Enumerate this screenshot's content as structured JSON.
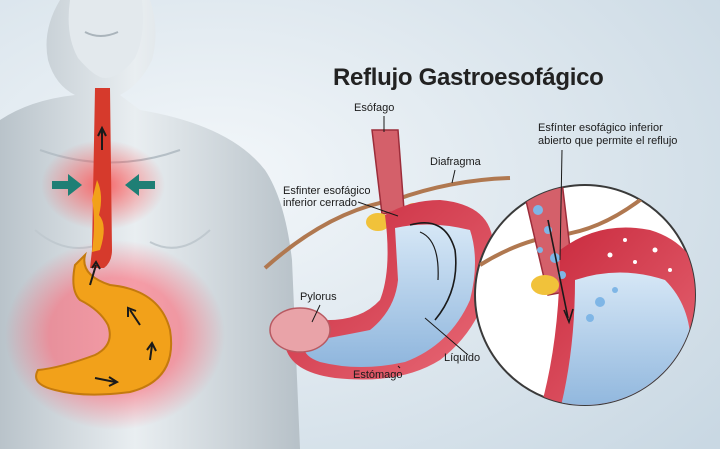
{
  "title": "Reflujo Gastroesofágico",
  "labels": {
    "esophagus": "Esófago",
    "diaphragm": "Diafragma",
    "closed_sphincter_line1": "Esfinter esofágico",
    "closed_sphincter_line2": "inferior cerrado",
    "open_sphincter_line1": "Esfínter esofágico inferior",
    "open_sphincter_line2": "abierto que permite el reflujo",
    "pylorus": "Pylorus",
    "liquid": "Líquido",
    "stomach": "Estómago"
  },
  "colors": {
    "background": "#dfe8ef",
    "skin": "#cfd7dc",
    "esophagus_red": "#d63a2c",
    "acid_orange": "#f2a11a",
    "stomach_wall": "#e04a5a",
    "liquid_blue": "#9fc3e6",
    "arrow_teal": "#1f7f75"
  },
  "icons": [
    "arrow-right-icon",
    "arrow-left-icon",
    "flow-arrow-icon"
  ]
}
